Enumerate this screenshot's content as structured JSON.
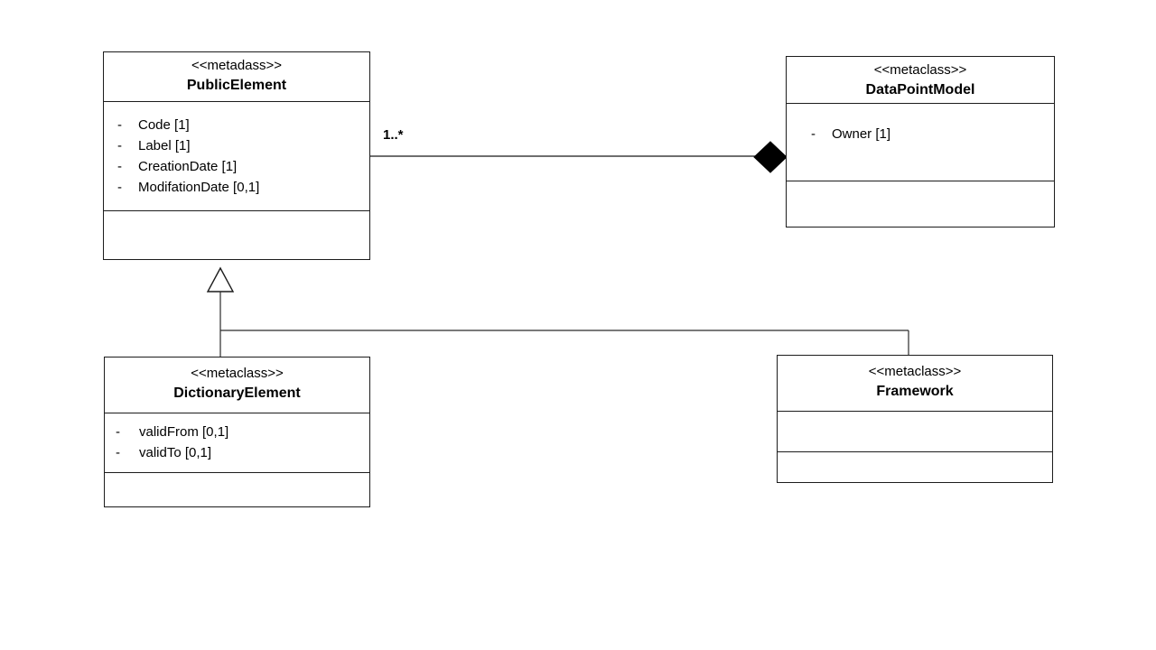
{
  "bullet": "-",
  "classes": [
    {
      "stereotype": "<<metadass>>",
      "name": "PublicElement",
      "attributes": [
        "Code [1]",
        "Label [1]",
        "CreationDate [1]",
        "ModifationDate [0,1]"
      ]
    },
    {
      "stereotype": "<<metaclass>>",
      "name": "DataPointModel",
      "attributes": [
        "Owner [1]"
      ]
    },
    {
      "stereotype": "<<metaclass>>",
      "name": "DictionaryElement",
      "attributes": [
        "validFrom [0,1]",
        "validTo [0,1]"
      ]
    },
    {
      "stereotype": "<<metaclass>>",
      "name": "Framework",
      "attributes": []
    }
  ],
  "relationships": [
    {
      "type": "composition",
      "from": "PublicElement",
      "to": "DataPointModel",
      "multiplicity": "1..*",
      "diamond_end": "DataPointModel"
    },
    {
      "type": "generalization",
      "parent": "PublicElement",
      "children": [
        "DictionaryElement",
        "Framework"
      ]
    }
  ],
  "colors": {
    "background": "#ffffff",
    "box_border": "#1c1c1c",
    "text": "#000000",
    "connector": "#3f3f3f",
    "diamond_fill": "#000000"
  }
}
